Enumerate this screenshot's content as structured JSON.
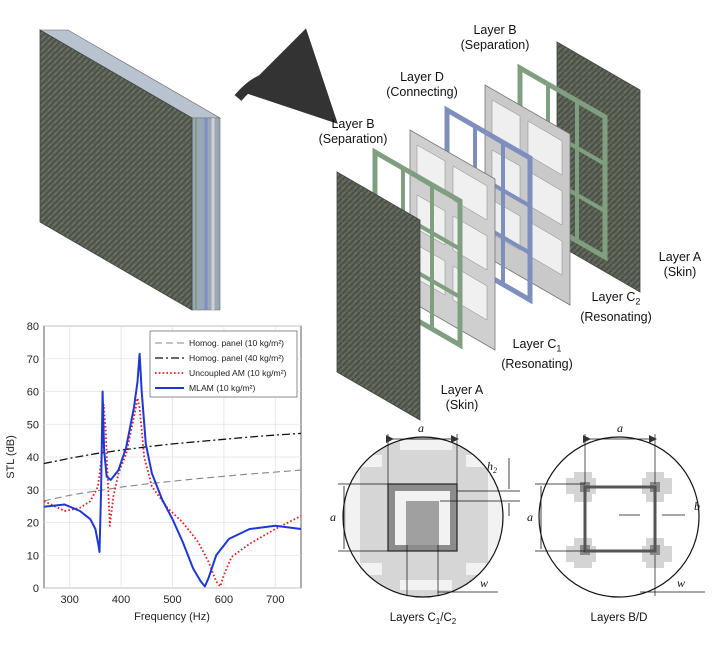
{
  "exploded_labels": {
    "layer_b_top": {
      "line1": "Layer B",
      "line2": "(Separation)"
    },
    "layer_d": {
      "line1": "Layer D",
      "line2": "(Connecting)"
    },
    "layer_b_left": {
      "line1": "Layer B",
      "line2": "(Separation)"
    },
    "layer_a_right": {
      "line1": "Layer A",
      "line2": "(Skin)"
    },
    "layer_c2": {
      "line1": "Layer C",
      "sub": "2",
      "line2": "(Resonating)"
    },
    "layer_c1": {
      "line1": "Layer C",
      "sub": "1",
      "line2": "(Resonating)"
    },
    "layer_a_bottom": {
      "line1": "Layer A",
      "line2": "(Skin)"
    }
  },
  "detail_cells": {
    "left": {
      "caption_pre": "Layers C",
      "caption_sub1": "1",
      "caption_mid": "/C",
      "caption_sub2": "2",
      "dim_top": "a",
      "dim_left": "a",
      "dim_h": "h",
      "dim_h_sub": "2",
      "dim_w": "w"
    },
    "right": {
      "caption": "Layers B/D",
      "dim_top": "a",
      "dim_left": "a",
      "dim_b": "b",
      "dim_w": "w"
    }
  },
  "colors": {
    "composite": "#5d6256",
    "frame_green": "#7f9f80",
    "frame_blue": "#7e8fbe",
    "resonator_gray": "#c9c9c9",
    "mlam": "#1f37d6",
    "uncoupled": "#e01b1b"
  },
  "chart_data": {
    "type": "line",
    "xlabel": "Frequency (Hz)",
    "ylabel": "STL (dB)",
    "xlim": [
      250,
      750
    ],
    "ylim": [
      0,
      80
    ],
    "xticks": [
      300,
      400,
      500,
      600,
      700
    ],
    "yticks": [
      0,
      10,
      20,
      30,
      40,
      50,
      60,
      70,
      80
    ],
    "grid": true,
    "legend_position": "top-right",
    "series": [
      {
        "name": "Homog. panel (10 kg/m²)",
        "style": "dashed",
        "color": "#888888",
        "x": [
          250,
          300,
          350,
          400,
          450,
          500,
          550,
          600,
          650,
          700,
          750
        ],
        "y": [
          26.6,
          28.3,
          29.6,
          30.8,
          31.8,
          32.6,
          33.4,
          34.1,
          34.8,
          35.4,
          36.0
        ]
      },
      {
        "name": "Homog. panel (40 kg/m²)",
        "style": "dashdot",
        "color": "#111111",
        "x": [
          250,
          300,
          350,
          400,
          450,
          500,
          550,
          600,
          650,
          700,
          750
        ],
        "y": [
          38.0,
          39.6,
          41.0,
          42.1,
          43.1,
          44.0,
          44.7,
          45.4,
          46.1,
          46.7,
          47.2
        ]
      },
      {
        "name": "Uncoupled AM (10 kg/m²)",
        "style": "dotted",
        "color": "#e01b1b",
        "x": [
          250,
          290,
          320,
          340,
          355,
          362,
          366,
          370,
          378,
          385,
          395,
          410,
          425,
          432,
          436,
          445,
          460,
          490,
          520,
          550,
          570,
          585,
          593,
          600,
          615,
          650,
          700,
          750
        ],
        "y": [
          26.5,
          23.5,
          24.5,
          26.5,
          31,
          40,
          56,
          48,
          19,
          28,
          35,
          41,
          52,
          58,
          55,
          40,
          31,
          24.5,
          20,
          14,
          8,
          2,
          0.5,
          4,
          9.5,
          13.5,
          18,
          22
        ]
      },
      {
        "name": "MLAM (10 kg/m²)",
        "style": "solid",
        "color": "#1f37d6",
        "x": [
          250,
          290,
          320,
          340,
          350,
          356,
          358,
          361,
          364,
          367,
          372,
          380,
          395,
          410,
          425,
          432,
          436,
          440,
          448,
          460,
          480,
          500,
          520,
          540,
          555,
          563,
          570,
          585,
          610,
          650,
          700,
          750
        ],
        "y": [
          24.8,
          25.5,
          23.5,
          21,
          18,
          13,
          11,
          30,
          60,
          42,
          34,
          33,
          36,
          43,
          55,
          63,
          71.5,
          60,
          44,
          35,
          27,
          21,
          14,
          6,
          2,
          0.5,
          3,
          10,
          15,
          18,
          19,
          18
        ]
      }
    ]
  }
}
